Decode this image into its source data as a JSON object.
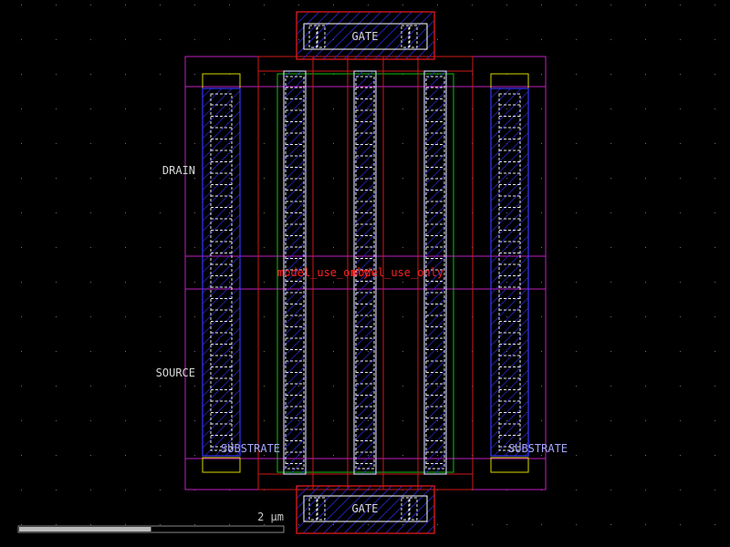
{
  "labels": {
    "gate_top": "GATE",
    "gate_bottom": "GATE",
    "drain": "DRAIN",
    "source": "SOURCE",
    "substrate_left": "SUBSTRATE",
    "substrate_right": "SUBSTRATE",
    "model_left": "model_use_only",
    "model_right": "model_use_only"
  },
  "scale_bar": {
    "label": "2 μm",
    "fill_fraction": 0.5
  },
  "colors": {
    "background": "#000000",
    "text": "#d8d8d8",
    "magenta": "#c020c0",
    "red": "#d01818",
    "green": "#10c010",
    "yellow": "#d8d800",
    "blue_hatch": "#2828e0",
    "cut": "#e8e8e8",
    "model_text": "#ff2020",
    "substrate_text": "#a8a8ff",
    "scale_fill": "#bbbbbb",
    "scale_border": "#888888"
  }
}
